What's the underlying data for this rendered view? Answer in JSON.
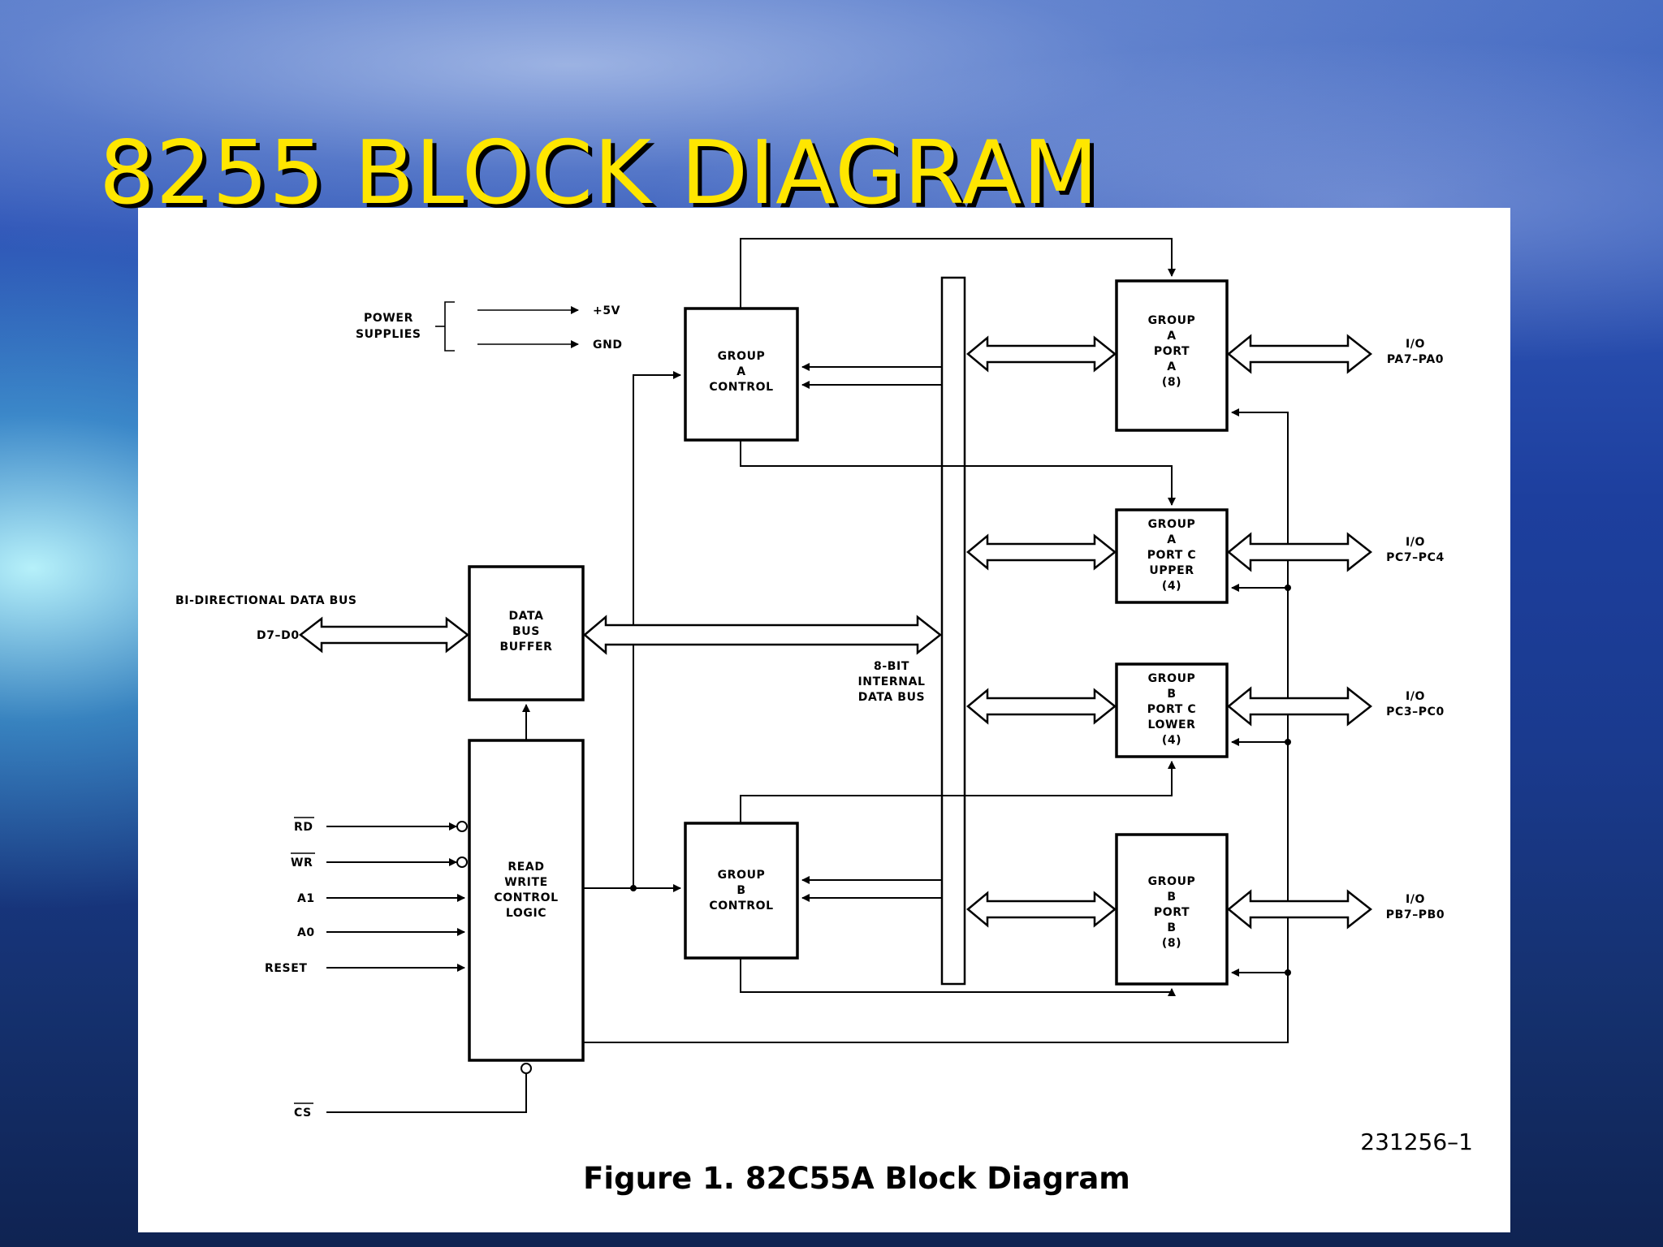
{
  "slide": {
    "title": "8255 BLOCK DIAGRAM"
  },
  "diagram": {
    "power": {
      "label": [
        "POWER",
        "SUPPLIES"
      ],
      "plus": "+5V",
      "gnd": "GND"
    },
    "data_bus": {
      "label": "BI-DIRECTIONAL DATA BUS",
      "pins": "D7–D0"
    },
    "blocks": {
      "group_a_control": [
        "GROUP",
        "A",
        "CONTROL"
      ],
      "group_b_control": [
        "GROUP",
        "B",
        "CONTROL"
      ],
      "data_bus_buffer": [
        "DATA",
        "BUS",
        "BUFFER"
      ],
      "rw_control_logic": [
        "READ",
        "WRITE",
        "CONTROL",
        "LOGIC"
      ],
      "group_a_port_a": [
        "GROUP",
        "A",
        "PORT",
        "A",
        "(8)"
      ],
      "group_a_port_c_upper": [
        "GROUP",
        "A",
        "PORT C",
        "UPPER",
        "(4)"
      ],
      "group_b_port_c_lower": [
        "GROUP",
        "B",
        "PORT C",
        "LOWER",
        "(4)"
      ],
      "group_b_port_b": [
        "GROUP",
        "B",
        "PORT",
        "B",
        "(8)"
      ]
    },
    "internal_bus": [
      "8-BIT",
      "INTERNAL",
      "DATA BUS"
    ],
    "control_inputs": {
      "rd": "RD",
      "wr": "WR",
      "a1": "A1",
      "a0": "A0",
      "reset": "RESET",
      "cs": "CS"
    },
    "io": {
      "pa": [
        "I/O",
        "PA7–PA0"
      ],
      "pcu": [
        "I/O",
        "PC7–PC4"
      ],
      "pcl": [
        "I/O",
        "PC3–PC0"
      ],
      "pb": [
        "I/O",
        "PB7–PB0"
      ]
    },
    "figure_number": "231256–1",
    "caption": "Figure 1. 82C55A Block Diagram"
  }
}
